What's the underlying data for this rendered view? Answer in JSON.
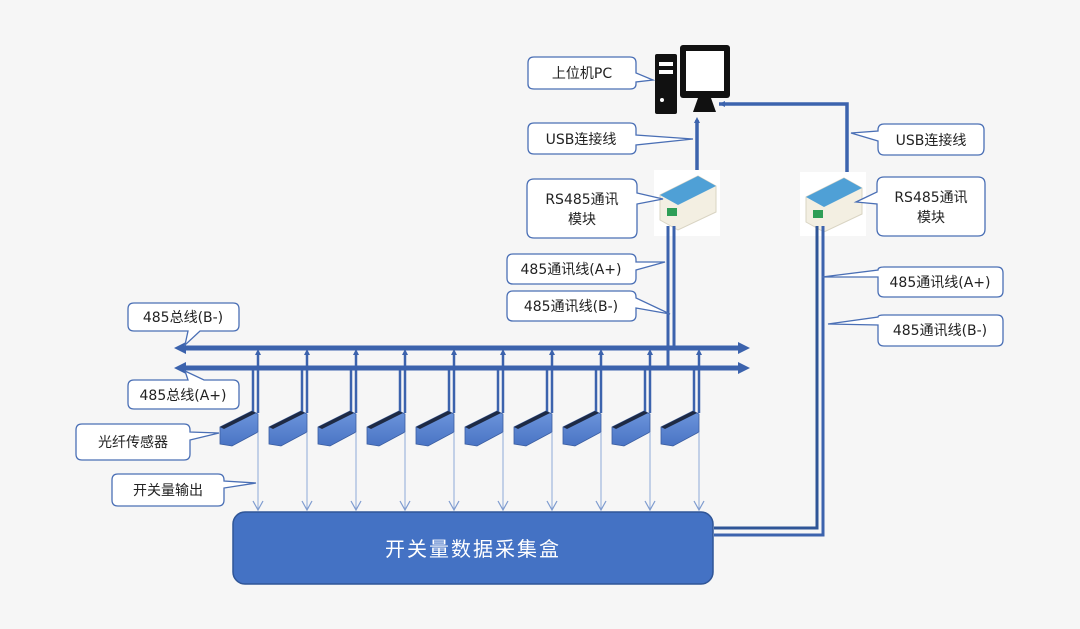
{
  "diagram": {
    "title": "开关量数据采集系统连接示意图",
    "colors": {
      "background": "#f6f6f6",
      "line": "#3c63ad",
      "line_dark": "#2f5597",
      "box_fill": "#4472c4",
      "callout_border": "#4a6fb5",
      "sensor": "#5b87d6"
    },
    "nodes": {
      "pc": {
        "icon": "desktop-computer-icon"
      },
      "rs485_left": {
        "icon": "rs485-module-icon"
      },
      "rs485_right": {
        "icon": "rs485-module-icon"
      },
      "collector_box": {
        "label": "开关量数据采集盒"
      },
      "sensor_count": 10
    },
    "callouts": {
      "pc": "上位机PC",
      "usb_left": "USB连接线",
      "usb_right": "USB连接线",
      "rs485_left_line1": "RS485通讯",
      "rs485_left_line2": "模块",
      "rs485_right_line1": "RS485通讯",
      "rs485_right_line2": "模块",
      "comm_a_left": "485通讯线(A+)",
      "comm_b_left": "485通讯线(B-)",
      "comm_a_right": "485通讯线(A+)",
      "comm_b_right": "485通讯线(B-)",
      "bus_b": "485总线(B-)",
      "bus_a": "485总线(A+)",
      "sensor": "光纤传感器",
      "output": "开关量输出"
    }
  }
}
